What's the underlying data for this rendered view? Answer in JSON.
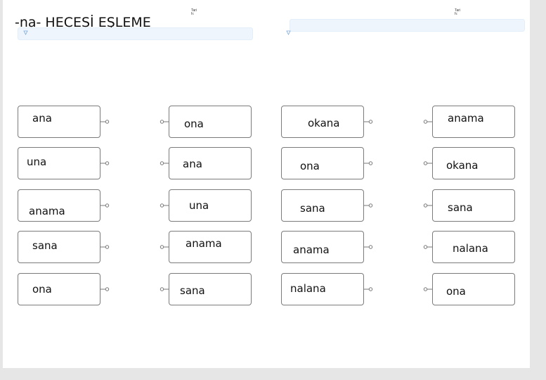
{
  "header": {
    "title": "-na- HECESİ EŞLEME",
    "left_small": "Tari\nh:",
    "right_small": "Tari\nh:"
  },
  "columns": [
    {
      "side": "right",
      "words": [
        "ana",
        "una",
        "anama",
        "sana",
        "ona"
      ]
    },
    {
      "side": "left",
      "words": [
        "ona",
        "ana",
        "una",
        "anama",
        "sana"
      ]
    },
    {
      "side": "right",
      "words": [
        "okana",
        "ona",
        "sana",
        "anama",
        "nalana"
      ]
    },
    {
      "side": "left",
      "words": [
        "anama",
        "okana",
        "sana",
        "nalana",
        "ona"
      ]
    }
  ]
}
